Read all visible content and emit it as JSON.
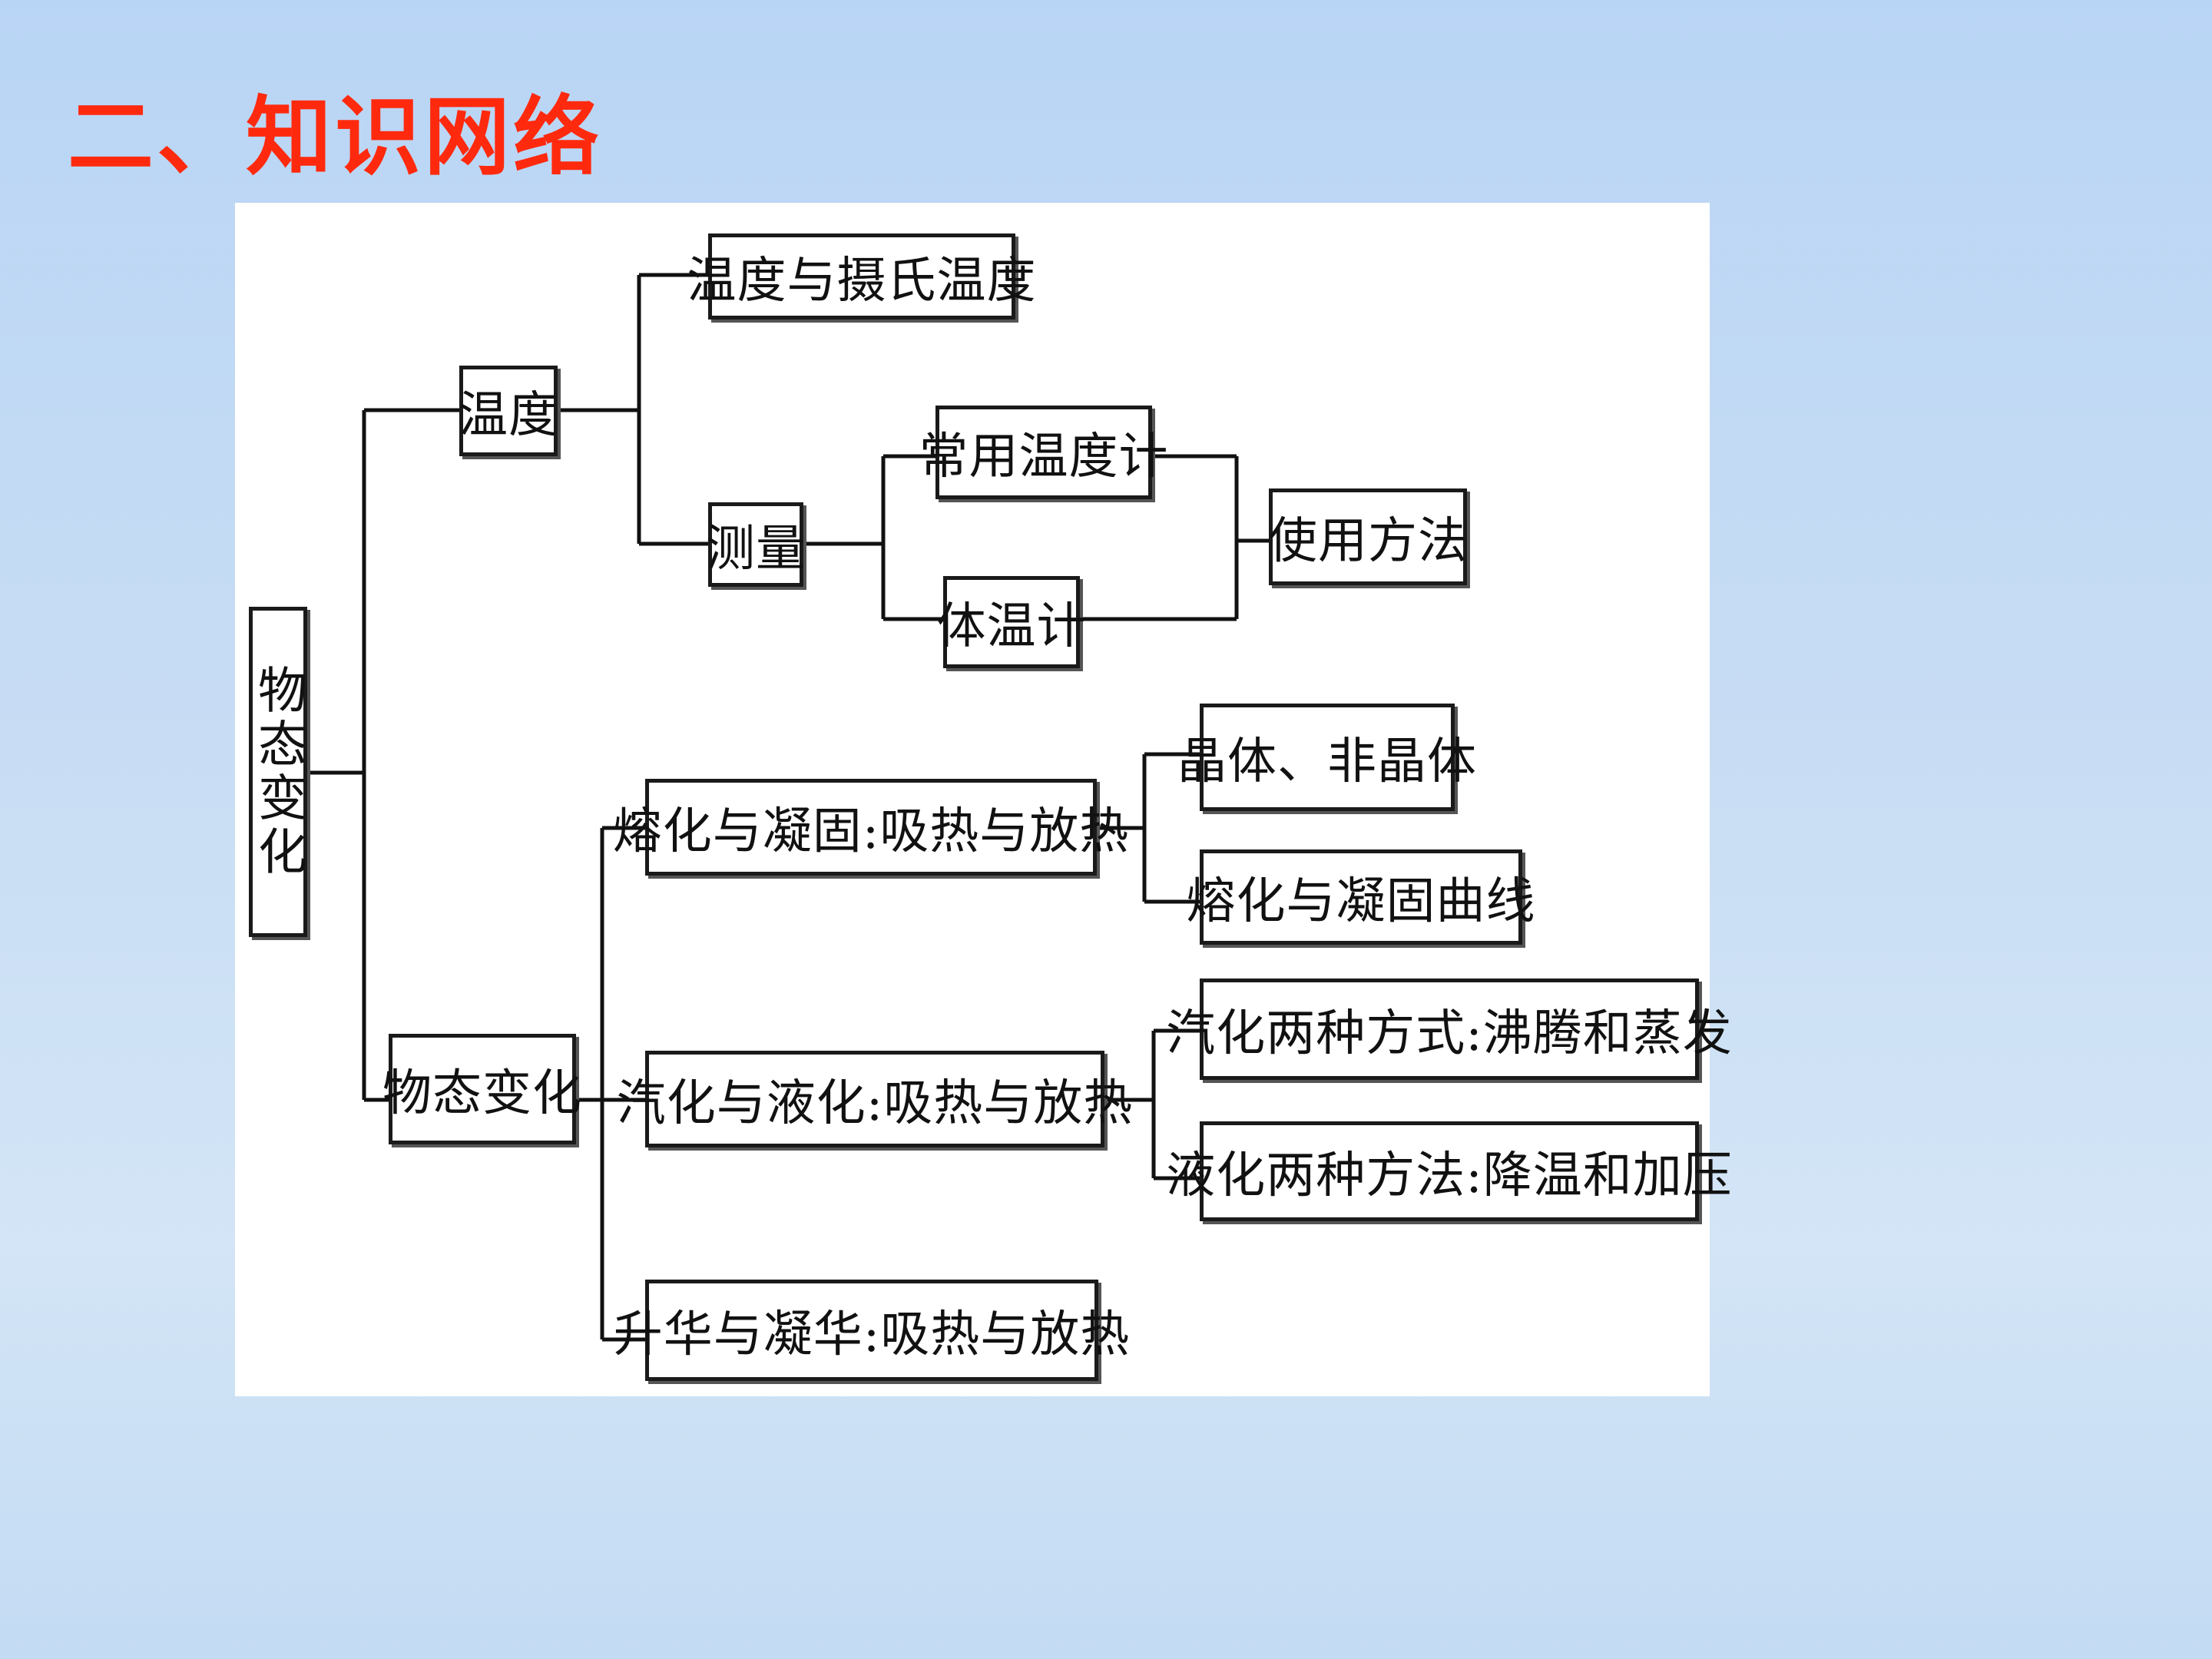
{
  "slide": {
    "title": "二、知识网络"
  },
  "diagram": {
    "root": "物态变化",
    "temperature": {
      "label": "温度",
      "definition": "温度与摄氏温度",
      "measure": {
        "label": "测量",
        "instruments": [
          "常用温度计",
          "体温计"
        ],
        "usage": "使用方法"
      }
    },
    "state_change": {
      "label": "物态变化",
      "melting": {
        "label": "熔化与凝固:吸热与放热",
        "children": [
          "晶体、非晶体",
          "熔化与凝固曲线"
        ]
      },
      "vaporization": {
        "label": "汽化与液化:吸热与放热",
        "children": [
          "汽化两种方式:沸腾和蒸发",
          "液化两种方法:降温和加压"
        ]
      },
      "sublimation": {
        "label": "升华与凝华:吸热与放热"
      }
    }
  }
}
